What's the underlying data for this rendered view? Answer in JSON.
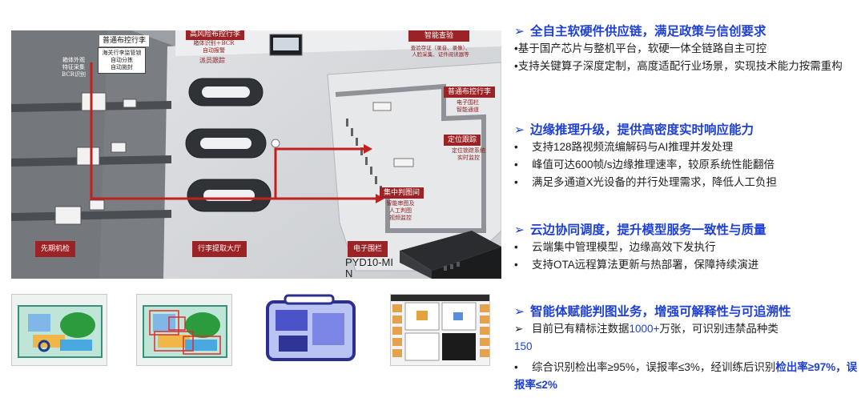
{
  "diagram": {
    "zones": {
      "pre_check": "先期机检",
      "baggage_hall": "行李提取大厅",
      "e_fence": "电子围栏"
    },
    "labels": {
      "normal_baggage_1": {
        "title": "普通布控行李",
        "lines": [
          "海关行李监管锁",
          "自动分拣",
          "自动施封"
        ]
      },
      "box_features": {
        "lines": [
          "箱体外观",
          "特征采集",
          "BCR识别"
        ]
      },
      "high_risk": {
        "title": "高风险布控行李",
        "lines": [
          "箱体识别＋BCR",
          "自动报警"
        ]
      },
      "dispatch_track": "派员跟踪",
      "smart_inspection": {
        "title": "智能查验",
        "lines": [
          "查验存证（录音、录像）、",
          "人脸采集、证件阅读器等"
        ]
      },
      "normal_baggage_2": {
        "title": "普通布控行李",
        "lines": [
          "电子围栏",
          "智能通道"
        ]
      },
      "location_track": {
        "title": "定位跟踪",
        "lines": [
          "定位锁踪系统",
          "实时监控"
        ]
      },
      "central_review": {
        "title": "集中判图间",
        "lines": [
          "智能审图及",
          "人工判图",
          "视频监控"
        ]
      }
    },
    "device_name": "PYD10-MIN"
  },
  "sections": [
    {
      "title": "全自主软硬件供应链，满足政策与信创要求",
      "bullet_char": "•",
      "items": [
        [
          {
            "t": "基于国产芯片与整机平台，软硬一体全链路自主可控"
          }
        ],
        [
          {
            "t": "支持关键算子深度定制，高度适配行业场景，实现技术能力按需重构"
          }
        ]
      ]
    },
    {
      "title": "边缘推理升级，提供高密度实时响应能力",
      "bullet_char": "•",
      "items": [
        [
          {
            "t": "支持128路视频流编解码与AI推理并发处理"
          }
        ],
        [
          {
            "t": "峰值可达600帧/s边缘推理速率，较原系统性能翻倍"
          }
        ],
        [
          {
            "t": "满足多通道X光设备的并行处理需求，降低人工负担"
          }
        ]
      ]
    },
    {
      "title": "云边协同调度，提升模型服务一致性与质量",
      "bullet_char": "•",
      "items": [
        [
          {
            "t": "云端集中管理模型，边缘高效下发执行"
          }
        ],
        [
          {
            "t": "支持OTA远程算法更新与热部署，保障持续演进"
          }
        ]
      ]
    },
    {
      "title": "智能体赋能判图业务，增强可解释性与可追溯性",
      "items": [
        {
          "bullet": "➢",
          "parts": [
            {
              "t": "目前已有精标注数据"
            },
            {
              "t": "1000+",
              "c": "blue"
            },
            {
              "t": "万张，可识别违禁品种类"
            },
            {
              "t": "150",
              "c": "blue"
            }
          ]
        },
        {
          "bullet": "•",
          "parts": [
            {
              "t": "综合识别检出率≥95%，误报率≤3%，经训练后识别"
            },
            {
              "t": "检出率≥97%，误报率≤2%",
              "c": "boldblue"
            }
          ]
        }
      ]
    }
  ],
  "arrow_char": "➢",
  "colors": {
    "accent_blue": "#1d3fd6",
    "label_red": "#9b2326"
  }
}
